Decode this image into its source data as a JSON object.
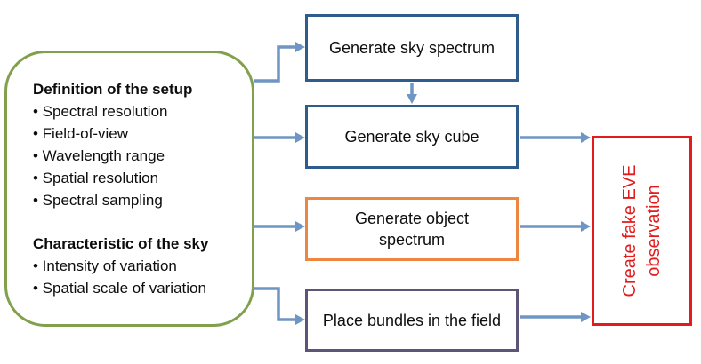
{
  "panel": {
    "sections": [
      {
        "heading": "Definition of the setup",
        "items": [
          "• Spectral resolution",
          "• Field-of-view",
          "• Wavelength range",
          "• Spatial resolution",
          "• Spectral sampling"
        ]
      },
      {
        "heading": "Characteristic of the sky",
        "items": [
          "• Intensity of variation",
          "• Spatial scale of variation"
        ]
      }
    ]
  },
  "boxes": [
    {
      "label": "Generate sky spectrum",
      "border_color": "#2e5c8c"
    },
    {
      "label": "Generate sky cube",
      "border_color": "#2e5c8c"
    },
    {
      "label": "Generate object spectrum",
      "border_color": "#ed8640"
    },
    {
      "label": "Place bundles in the field",
      "border_color": "#5e5478"
    }
  ],
  "output": {
    "label": "Create fake EVE observation",
    "border_color": "#e31b1c",
    "text_color": "#e31b1c"
  },
  "connections": [
    {
      "from": "setup-panel",
      "to": "Generate sky spectrum"
    },
    {
      "from": "Generate sky spectrum",
      "to": "Generate sky cube"
    },
    {
      "from": "setup-panel",
      "to": "Generate sky cube"
    },
    {
      "from": "setup-panel",
      "to": "Generate object spectrum"
    },
    {
      "from": "setup-panel",
      "to": "Place bundles in the field"
    },
    {
      "from": "Generate sky cube",
      "to": "Create fake EVE observation"
    },
    {
      "from": "Generate object spectrum",
      "to": "Create fake EVE observation"
    },
    {
      "from": "Place bundles in the field",
      "to": "Create fake EVE observation"
    }
  ],
  "colors": {
    "panel_border": "#82a04c",
    "blue_box_border": "#2e5c8c",
    "orange_box_border": "#ed8640",
    "purple_box_border": "#5e5478",
    "red": "#e31b1c",
    "arrow": "#6e95c3",
    "text": "#0d0d0d",
    "background": "#ffffff"
  }
}
